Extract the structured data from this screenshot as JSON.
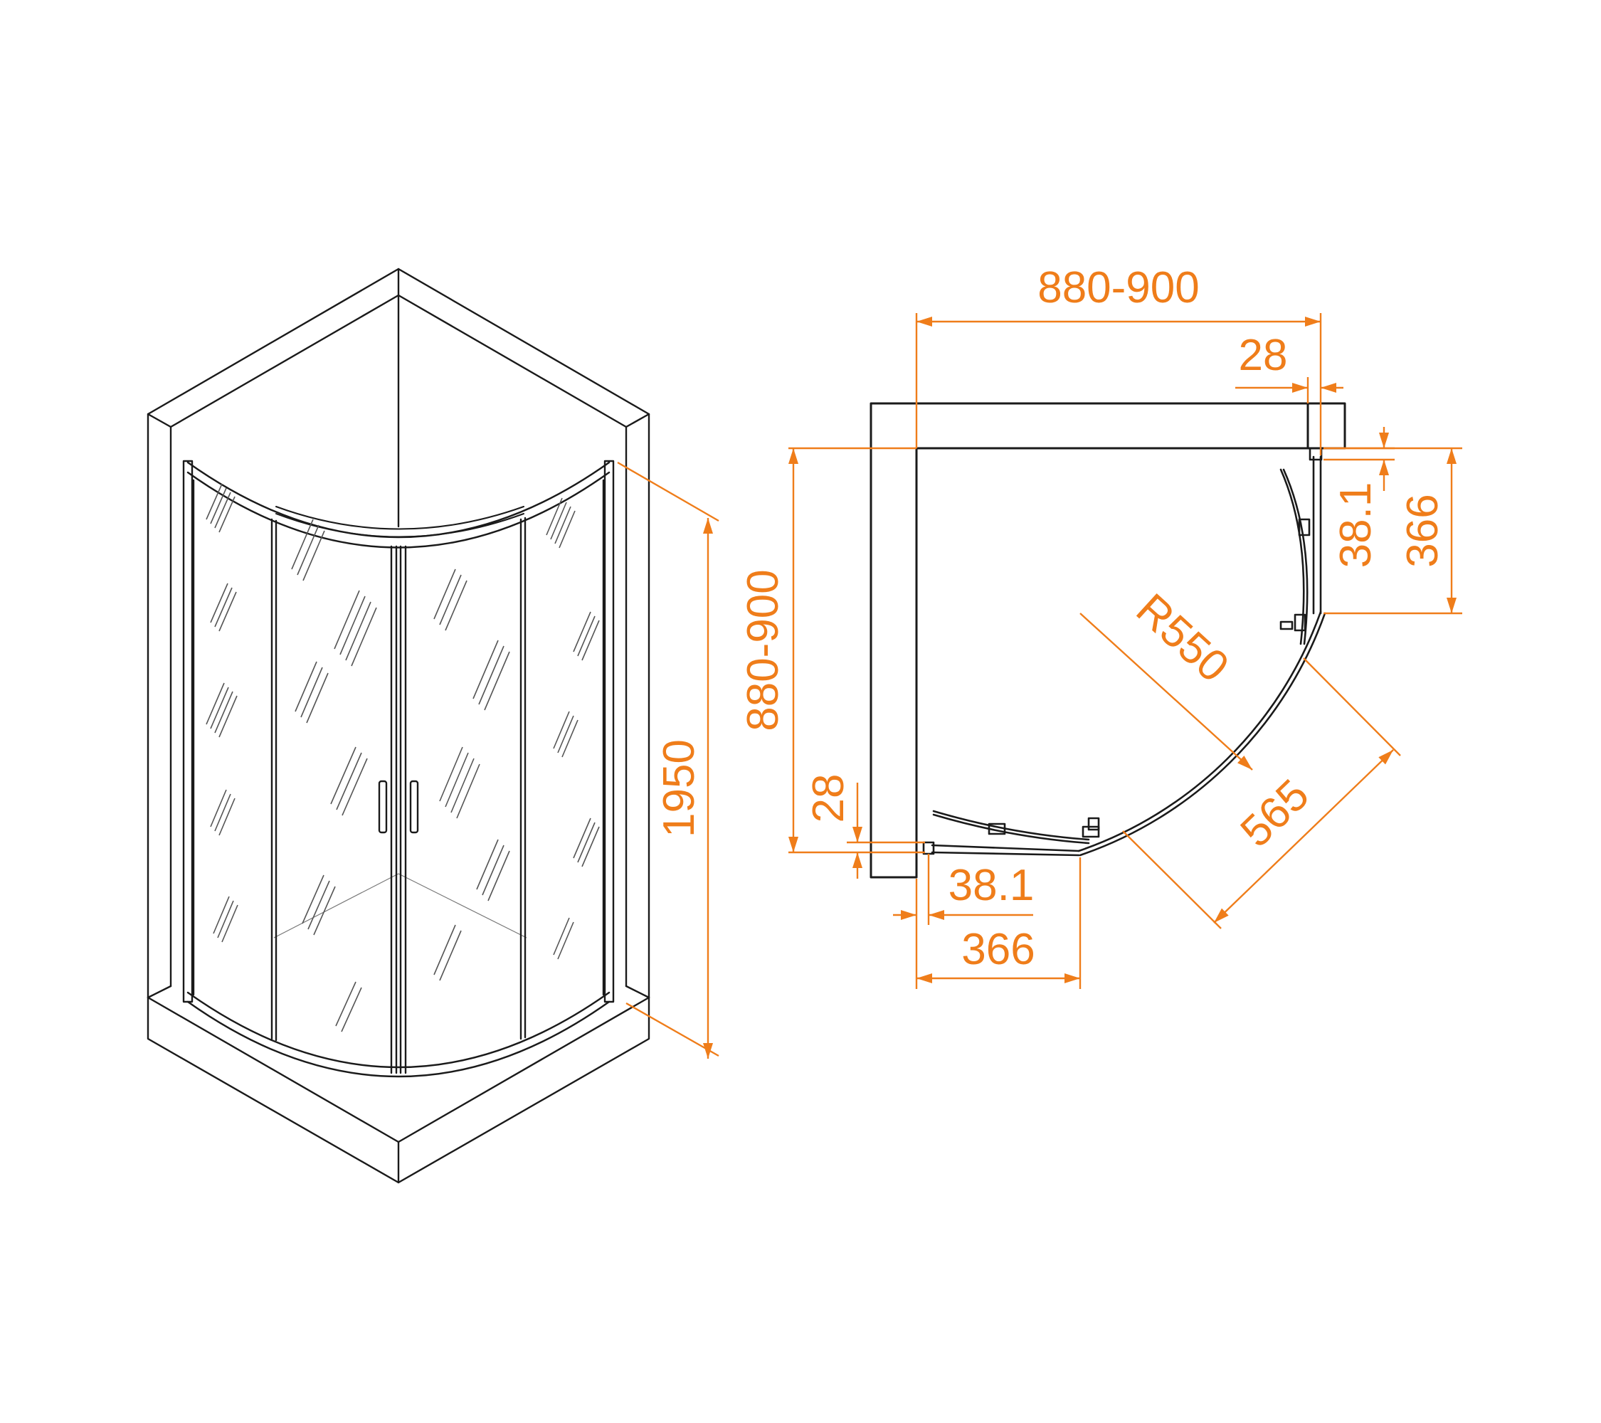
{
  "accent_color": "#ef7d1a",
  "line_color": "#1a1a1a",
  "views": {
    "isometric": {
      "height_label": "1950"
    },
    "plan": {
      "width_label": "880-900",
      "depth_label": "880-900",
      "top_wall_offset_label": "28",
      "left_wall_offset_label": "28",
      "right_panel_gap_label": "38.1",
      "right_panel_length_label": "366",
      "bottom_panel_gap_label": "38.1",
      "bottom_panel_length_label": "366",
      "radius_label": "R550",
      "diagonal_label": "565"
    }
  }
}
